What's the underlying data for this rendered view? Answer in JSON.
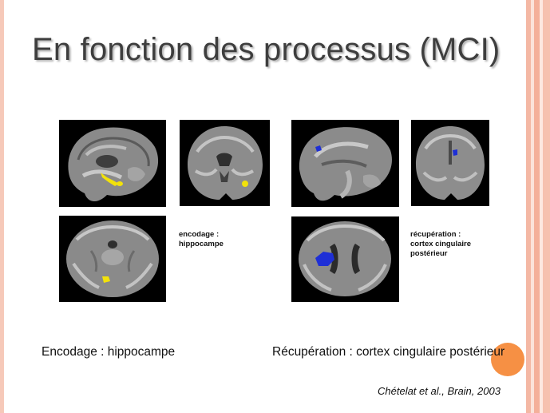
{
  "slide": {
    "title": "En fonction des processus (MCI)",
    "label_encoding_line1": "encodage :",
    "label_encoding_line2": "hippocampe",
    "label_retrieval_line1": "récupération :",
    "label_retrieval_line2": "cortex cingulaire",
    "label_retrieval_line3": "postérieur",
    "caption_left": "Encodage : hippocampe",
    "caption_right": "Récupération : cortex cingulaire postérieur",
    "citation": "Chételat et al., Brain, 2003"
  },
  "colors": {
    "encoding_activation": "#f2e20a",
    "retrieval_activation": "#1e2fd6",
    "accent_dot": "#f58a3a",
    "border": "#f6c9b9"
  }
}
